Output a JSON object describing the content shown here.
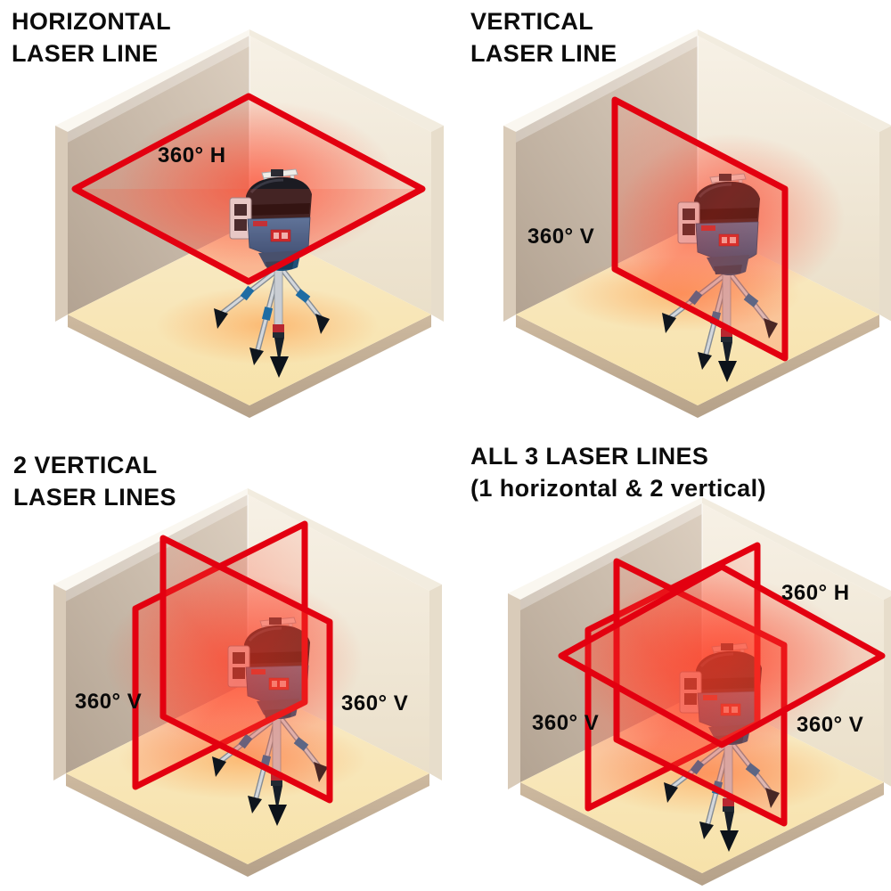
{
  "figure": {
    "panels": [
      {
        "id": "horizontal-laser-line",
        "title_line1": "HORIZONTAL",
        "title_line2": "LASER LINE",
        "labels": [
          "360° H"
        ],
        "scene": "isometric-room-with-360-horizontal-laser-plane"
      },
      {
        "id": "vertical-laser-line",
        "title_line1": "VERTICAL",
        "title_line2": "LASER LINE",
        "labels": [
          "360° V"
        ],
        "scene": "isometric-room-with-360-vertical-laser-plane"
      },
      {
        "id": "2-vertical-laser-lines",
        "title_line1": "2 VERTICAL",
        "title_line2": "LASER LINES",
        "labels": [
          "360° V",
          "360° V"
        ],
        "scene": "isometric-room-with-two-crossing-vertical-laser-planes"
      },
      {
        "id": "all-3-laser-lines",
        "title_line1": "ALL 3 LASER LINES",
        "title_line2": "(1 horizontal & 2 vertical)",
        "labels": [
          "360° H",
          "360° V",
          "360° V"
        ],
        "scene": "isometric-room-with-one-horizontal-and-two-vertical-laser-planes"
      }
    ],
    "device": "bosch-360-line-laser-on-aluminum-tripod",
    "colors": {
      "background": "#ffffff",
      "title_text": "#0c0c0c",
      "laser_red": "#e30010",
      "laser_glow": "#ff4a2e",
      "wall_left_dark": "#b3a392",
      "wall_left_light": "#dccfc0",
      "wall_right_light": "#f6f0e5",
      "wall_right_shade": "#eadfc9",
      "floor_light": "#f9eac6",
      "floor_warm": "#f7e2a9",
      "floor_slab_edge": "#c0ab91",
      "device_blue": "#2a6aa0",
      "device_black": "#1b1b22",
      "tripod_silver": "#c9cdd3"
    }
  }
}
